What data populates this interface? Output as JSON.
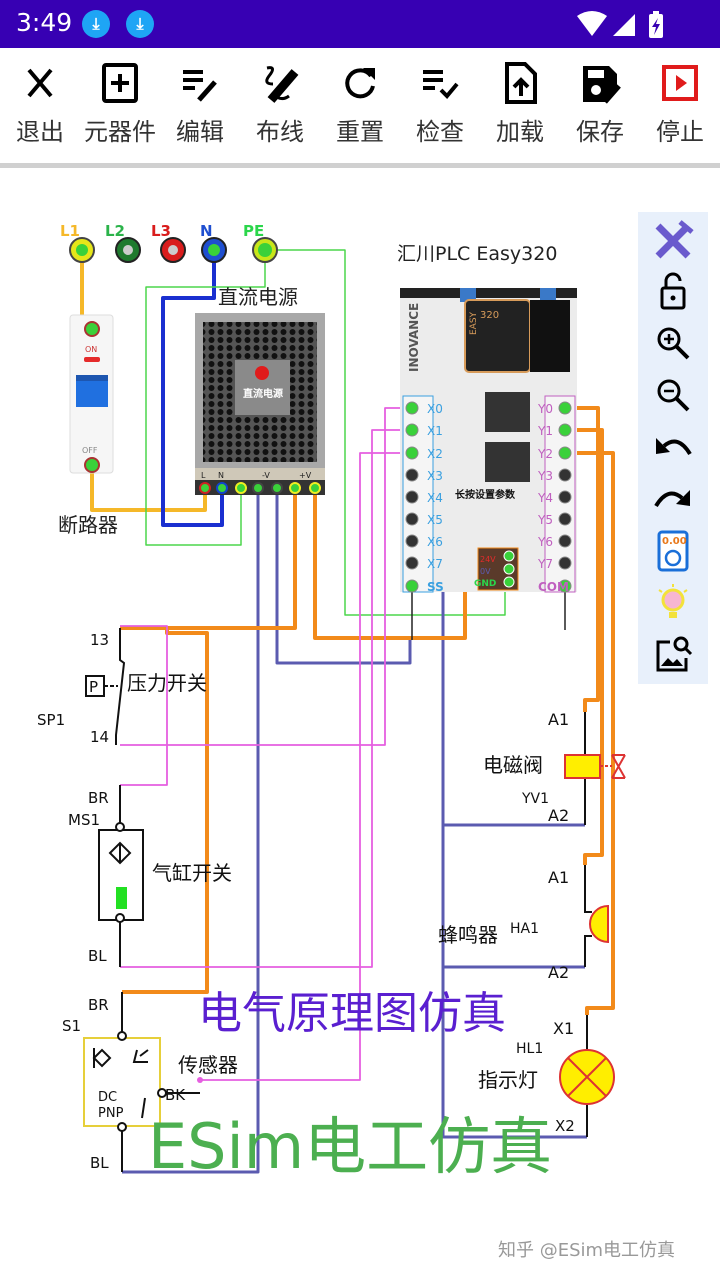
{
  "status_bar": {
    "time": "3:49",
    "notifications": [
      "download-icon",
      "download-icon"
    ],
    "icons": [
      "wifi-icon",
      "signal-icon",
      "battery-charging-icon"
    ]
  },
  "toolbar": [
    {
      "label": "退出",
      "icon": "close-icon"
    },
    {
      "label": "元器件",
      "icon": "add-box-icon"
    },
    {
      "label": "编辑",
      "icon": "edit-list-icon"
    },
    {
      "label": "布线",
      "icon": "draw-icon"
    },
    {
      "label": "重置",
      "icon": "refresh-icon"
    },
    {
      "label": "检查",
      "icon": "checklist-icon"
    },
    {
      "label": "加载",
      "icon": "file-upload-icon"
    },
    {
      "label": "保存",
      "icon": "save-edit-icon"
    },
    {
      "label": "停止",
      "icon": "stop-play-icon"
    }
  ],
  "side_tools": [
    "tools-icon",
    "unlock-icon",
    "zoom-in-icon",
    "zoom-out-icon",
    "undo-icon",
    "redo-icon",
    "multimeter-icon",
    "idea-bulb-icon",
    "image-search-icon"
  ],
  "multimeter_reading": "0.00",
  "diagram": {
    "terminals": [
      "L1",
      "L2",
      "L3",
      "N",
      "PE"
    ],
    "breaker": {
      "label": "断路器",
      "on": "ON",
      "off": "OFF"
    },
    "power_supply": {
      "label": "直流电源",
      "face_label": "直流电源",
      "terminals": [
        "L",
        "N",
        "",
        "-V",
        "+V"
      ]
    },
    "plc": {
      "title": "汇川PLC Easy320",
      "brand": "INOVANCE",
      "model": "320",
      "series": "EASY",
      "hint": "长按设置参数",
      "inputs": [
        "X0",
        "X1",
        "X2",
        "X3",
        "X4",
        "X5",
        "X6",
        "X7",
        "SS"
      ],
      "outputs": [
        "Y0",
        "Y1",
        "Y2",
        "Y3",
        "Y4",
        "Y5",
        "Y6",
        "Y7",
        "COM"
      ],
      "power": [
        "24V",
        "0V",
        "GND"
      ]
    },
    "sp1": {
      "tag": "SP1",
      "name": "压力开关",
      "pin_top": "13",
      "pin_bottom": "14",
      "symbol": "P"
    },
    "ms1": {
      "tag": "MS1",
      "name": "气缸开关",
      "pin_top": "BR",
      "pin_bottom": "BL"
    },
    "s1": {
      "tag": "S1",
      "name": "传感器",
      "pin_top": "BR",
      "pin_out": "BK",
      "pin_bottom": "BL",
      "type1": "DC",
      "type2": "PNP"
    },
    "yv1": {
      "tag": "YV1",
      "name": "电磁阀",
      "pin_top": "A1",
      "pin_bottom": "A2"
    },
    "ha1": {
      "tag": "HA1",
      "name": "蜂鸣器",
      "pin_top": "A1",
      "pin_bottom": "A2"
    },
    "hl1": {
      "tag": "HL1",
      "name": "指示灯",
      "pin_top": "X1",
      "pin_bottom": "X2"
    }
  },
  "watermarks": {
    "title": "电气原理图仿真",
    "brand": "ESim电工仿真",
    "credit": "知乎 @ESim电工仿真"
  },
  "colors": {
    "status_bar": "#3700b3",
    "wire_24v": "#f28a1a",
    "wire_0v": "#5b5bb0",
    "wire_input": "#e55fe0",
    "wire_pe": "#4bd64b",
    "wire_l": "#f5b829",
    "wire_n": "#1a2fd0",
    "stop": "#e01b1b"
  }
}
